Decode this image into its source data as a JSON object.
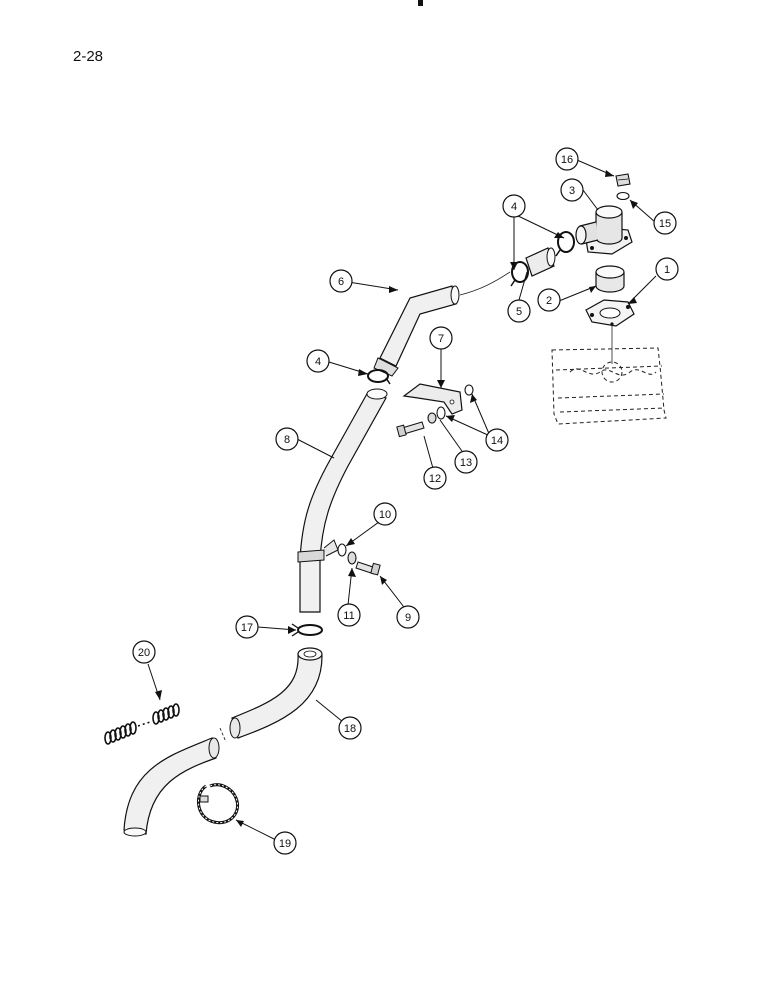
{
  "page": {
    "number": "2-28"
  },
  "callouts": [
    {
      "id": "c1",
      "label": "1"
    },
    {
      "id": "c2",
      "label": "2"
    },
    {
      "id": "c3",
      "label": "3"
    },
    {
      "id": "c4a",
      "label": "4"
    },
    {
      "id": "c4b",
      "label": "4"
    },
    {
      "id": "c5",
      "label": "5"
    },
    {
      "id": "c6",
      "label": "6"
    },
    {
      "id": "c7",
      "label": "7"
    },
    {
      "id": "c8",
      "label": "8"
    },
    {
      "id": "c9",
      "label": "9"
    },
    {
      "id": "c10",
      "label": "10"
    },
    {
      "id": "c11",
      "label": "11"
    },
    {
      "id": "c12",
      "label": "12"
    },
    {
      "id": "c13",
      "label": "13"
    },
    {
      "id": "c14",
      "label": "14"
    },
    {
      "id": "c15",
      "label": "15"
    },
    {
      "id": "c16",
      "label": "16"
    },
    {
      "id": "c17",
      "label": "17"
    },
    {
      "id": "c18",
      "label": "18"
    },
    {
      "id": "c19",
      "label": "19"
    },
    {
      "id": "c20",
      "label": "20"
    }
  ]
}
